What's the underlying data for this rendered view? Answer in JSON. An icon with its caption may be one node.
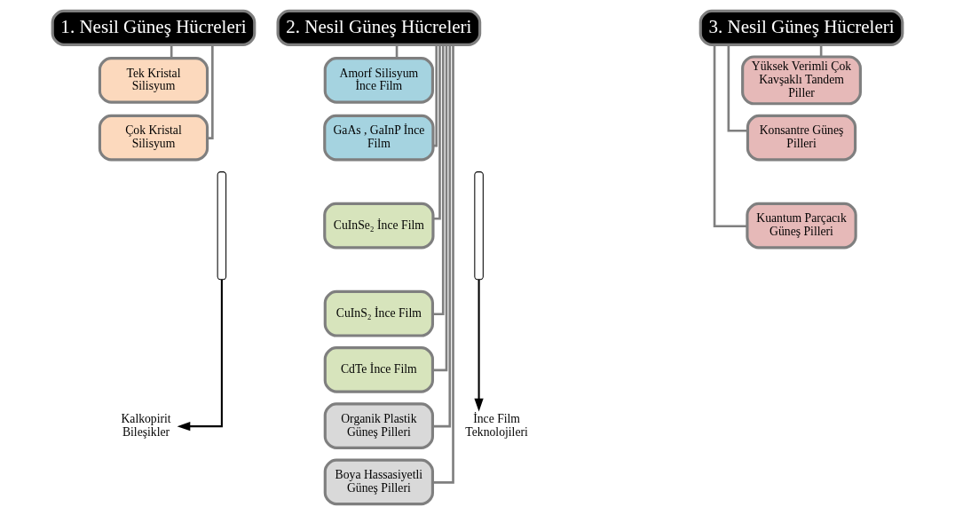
{
  "diagram": {
    "nodes": [
      {
        "text": [
          "1. Nesil Güneş Hücreleri"
        ]
      },
      {
        "text": [
          "Tek Kristal Silisyum"
        ]
      },
      {
        "text": [
          "Çok Kristal Silisyum"
        ]
      },
      {
        "text": [
          "2. Nesil Güneş Hücreleri"
        ]
      },
      {
        "text": [
          "Amorf Silisyum İnce Film"
        ]
      },
      {
        "text": [
          "GaAs , GaInP İnce Film"
        ]
      },
      {
        "text": [
          "CuInSe₂ İnce Film"
        ]
      },
      {
        "text": [
          "CuInS₂ İnce Film"
        ]
      },
      {
        "text": [
          "CdTe İnce Film"
        ]
      },
      {
        "text": [
          "Organik Plastik Güneş Pilleri"
        ]
      },
      {
        "text": [
          "Boya Hassasiyetli Güneş Pilleri"
        ]
      },
      {
        "text": [
          "3. Nesil Güneş Hücreleri"
        ]
      },
      {
        "text": [
          "Yüksek Verimli Çok Kavşaklı Tandem Piller"
        ]
      },
      {
        "text": [
          "Konsantre Güneş Pilleri"
        ]
      },
      {
        "text": [
          "Kuantum Parçacık Güneş Pilleri"
        ]
      },
      {
        "text": [],
        "shape": "brace"
      },
      {
        "text": [
          "Kalkopirit Bileşikler"
        ]
      },
      {
        "text": [],
        "shape": "brace"
      },
      {
        "text": [
          "İnce Film Teknolojileri"
        ]
      }
    ],
    "edges": [
      {
        "from": 0,
        "to": 1,
        "arrow": "none"
      },
      {
        "from": 0,
        "to": 2,
        "arrow": "none"
      },
      {
        "from": 3,
        "to": 4,
        "arrow": "none"
      },
      {
        "from": 3,
        "to": 5,
        "arrow": "none"
      },
      {
        "from": 3,
        "to": 6,
        "arrow": "none"
      },
      {
        "from": 3,
        "to": 7,
        "arrow": "none"
      },
      {
        "from": 3,
        "to": 8,
        "arrow": "none"
      },
      {
        "from": 3,
        "to": 9,
        "arrow": "none"
      },
      {
        "from": 3,
        "to": 10,
        "arrow": "none"
      },
      {
        "from": 11,
        "to": 12,
        "arrow": "none"
      },
      {
        "from": 11,
        "to": 13,
        "arrow": "none"
      },
      {
        "from": 11,
        "to": 14,
        "arrow": "none"
      },
      {
        "from": 15,
        "to": 16,
        "arrow": "to",
        "color": "#000000"
      },
      {
        "from": 17,
        "to": 18,
        "arrow": "to",
        "color": "#000000"
      }
    ]
  }
}
